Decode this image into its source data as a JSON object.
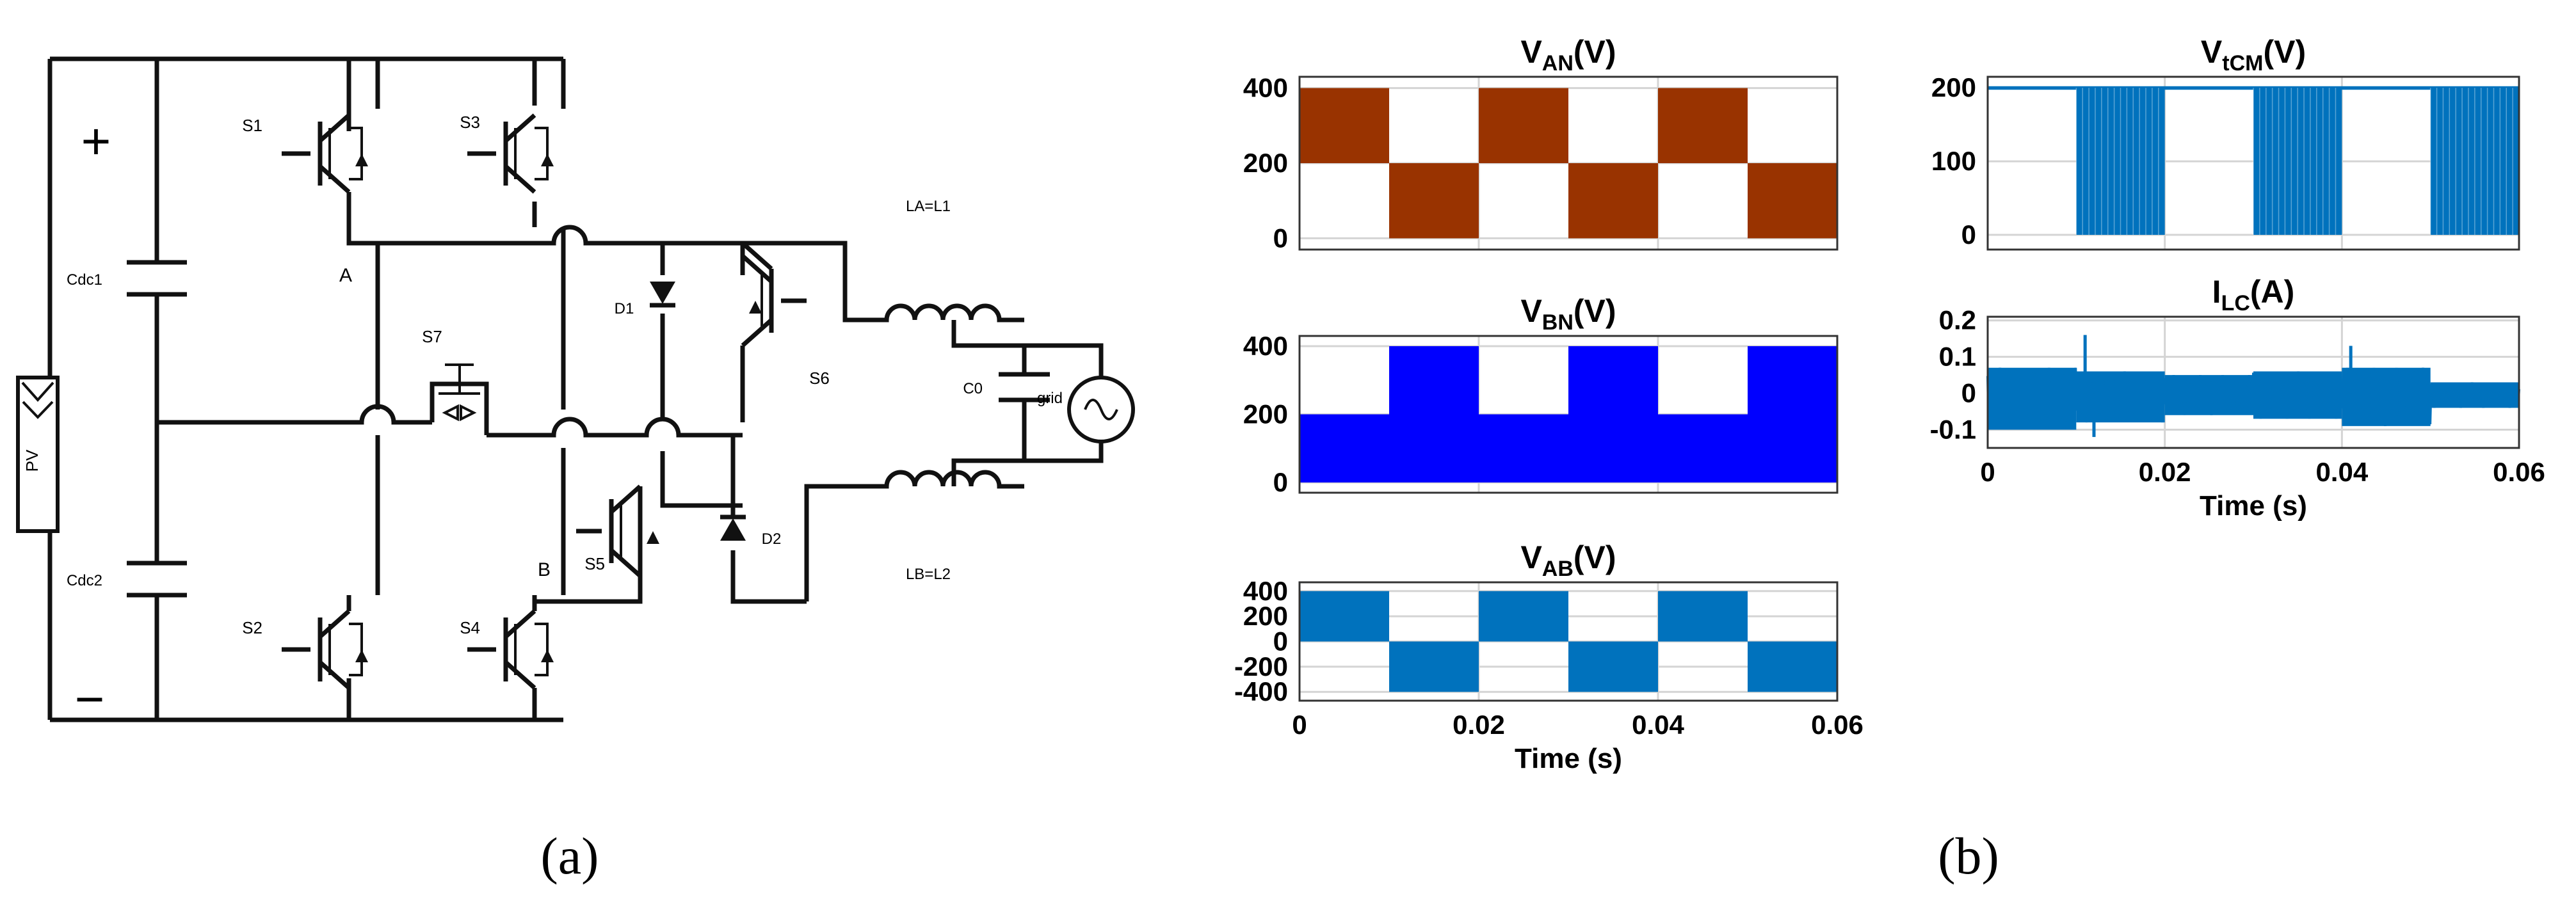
{
  "caption_a": "(a)",
  "caption_b": "(b)",
  "circuit": {
    "plus": "+",
    "minus": "−",
    "pv": "PV",
    "c_top": "Cdc1",
    "c_bot": "Cdc2",
    "s1": "S1",
    "s2": "S2",
    "s3": "S3",
    "s4": "S4",
    "s5": "S5",
    "s6": "S6",
    "s7": "S7",
    "d1": "D1",
    "d2": "D2",
    "node_a": "A",
    "node_b": "B",
    "l_top": "LA=L1",
    "l_bot": "LB=L2",
    "c0": "C0",
    "grid": "grid"
  },
  "chart_data": [
    {
      "id": "van",
      "type": "line",
      "title_main": "V",
      "title_sub": "AN",
      "title_unit": "(V)",
      "x": [
        0,
        0.01,
        0.02,
        0.03,
        0.04,
        0.05,
        0.06
      ],
      "upper_band": [
        400,
        200,
        400,
        200,
        400,
        200
      ],
      "lower_band": [
        200,
        0,
        200,
        0,
        200,
        0
      ],
      "xlim": [
        0,
        0.06
      ],
      "ylim": [
        -30,
        430
      ],
      "yticks": [
        "400",
        "200",
        "0"
      ],
      "ytick_values": [
        400,
        200,
        0
      ],
      "xticks": [],
      "xlabel": "",
      "color": "#993300",
      "grid": true
    },
    {
      "id": "vbn",
      "type": "line",
      "title_main": "V",
      "title_sub": "BN",
      "title_unit": "(V)",
      "x": [
        0,
        0.01,
        0.02,
        0.03,
        0.04,
        0.05,
        0.06
      ],
      "upper_band": [
        200,
        400,
        200,
        400,
        200,
        400
      ],
      "lower_band": [
        0,
        0,
        0,
        0,
        0,
        0
      ],
      "xlim": [
        0,
        0.06
      ],
      "ylim": [
        -30,
        430
      ],
      "yticks": [
        "400",
        "200",
        "0"
      ],
      "ytick_values": [
        400,
        200,
        0
      ],
      "xticks": [],
      "xlabel": "",
      "color": "#0000ff",
      "grid": true
    },
    {
      "id": "vab",
      "type": "line",
      "title_main": "V",
      "title_sub": "AB",
      "title_unit": "(V)",
      "x": [
        0,
        0.01,
        0.02,
        0.03,
        0.04,
        0.05,
        0.06
      ],
      "upper_band": [
        400,
        0,
        400,
        0,
        400,
        0
      ],
      "lower_band": [
        0,
        -400,
        0,
        -400,
        0,
        -400
      ],
      "xlim": [
        0,
        0.06
      ],
      "ylim": [
        -470,
        470
      ],
      "yticks": [
        "400",
        "200",
        "0",
        "-200",
        "-400"
      ],
      "ytick_values": [
        400,
        200,
        0,
        -200,
        -400
      ],
      "xticks": [
        "0",
        "0.02",
        "0.04",
        "0.06"
      ],
      "xtick_values": [
        0,
        0.02,
        0.04,
        0.06
      ],
      "xlabel": "Time (s)",
      "color": "#0072bd",
      "grid": true
    },
    {
      "id": "vtcm",
      "type": "line",
      "title_main": "V",
      "title_sub": "tCM",
      "title_unit": "(V)",
      "x": [
        0,
        0.01,
        0.02,
        0.03,
        0.04,
        0.05,
        0.06
      ],
      "upper_band": [
        200,
        200,
        200,
        200,
        200,
        200
      ],
      "lower_band": [
        200,
        0,
        200,
        0,
        200,
        0
      ],
      "xlim": [
        0,
        0.06
      ],
      "ylim": [
        -20,
        215
      ],
      "yticks": [
        "200",
        "100",
        "0"
      ],
      "ytick_values": [
        200,
        100,
        0
      ],
      "xticks": [],
      "xlabel": "",
      "color": "#0072bd",
      "grid": true
    },
    {
      "id": "ilc",
      "type": "line",
      "title_main": "I",
      "title_sub": "LC",
      "title_unit": "(A)",
      "x": [
        0,
        0.01,
        0.02,
        0.03,
        0.04,
        0.05,
        0.06
      ],
      "upper_band": [
        0.07,
        0.06,
        0.05,
        0.06,
        0.07,
        0.03
      ],
      "lower_band": [
        -0.1,
        -0.08,
        -0.06,
        -0.07,
        -0.09,
        -0.04
      ],
      "peaks": [
        {
          "x": 0.011,
          "y": 0.16
        },
        {
          "x": 0.012,
          "y": -0.12
        },
        {
          "x": 0.0005,
          "y": -0.1
        },
        {
          "x": 0.041,
          "y": 0.13
        }
      ],
      "xlim": [
        0,
        0.06
      ],
      "ylim": [
        -0.15,
        0.21
      ],
      "yticks": [
        "0.2",
        "0.1",
        "0",
        "-0.1"
      ],
      "ytick_values": [
        0.2,
        0.1,
        0,
        -0.1
      ],
      "xticks": [
        "0",
        "0.02",
        "0.04",
        "0.06"
      ],
      "xtick_values": [
        0,
        0.02,
        0.04,
        0.06
      ],
      "xlabel": "Time (s)",
      "color": "#0072bd",
      "grid": true
    }
  ]
}
